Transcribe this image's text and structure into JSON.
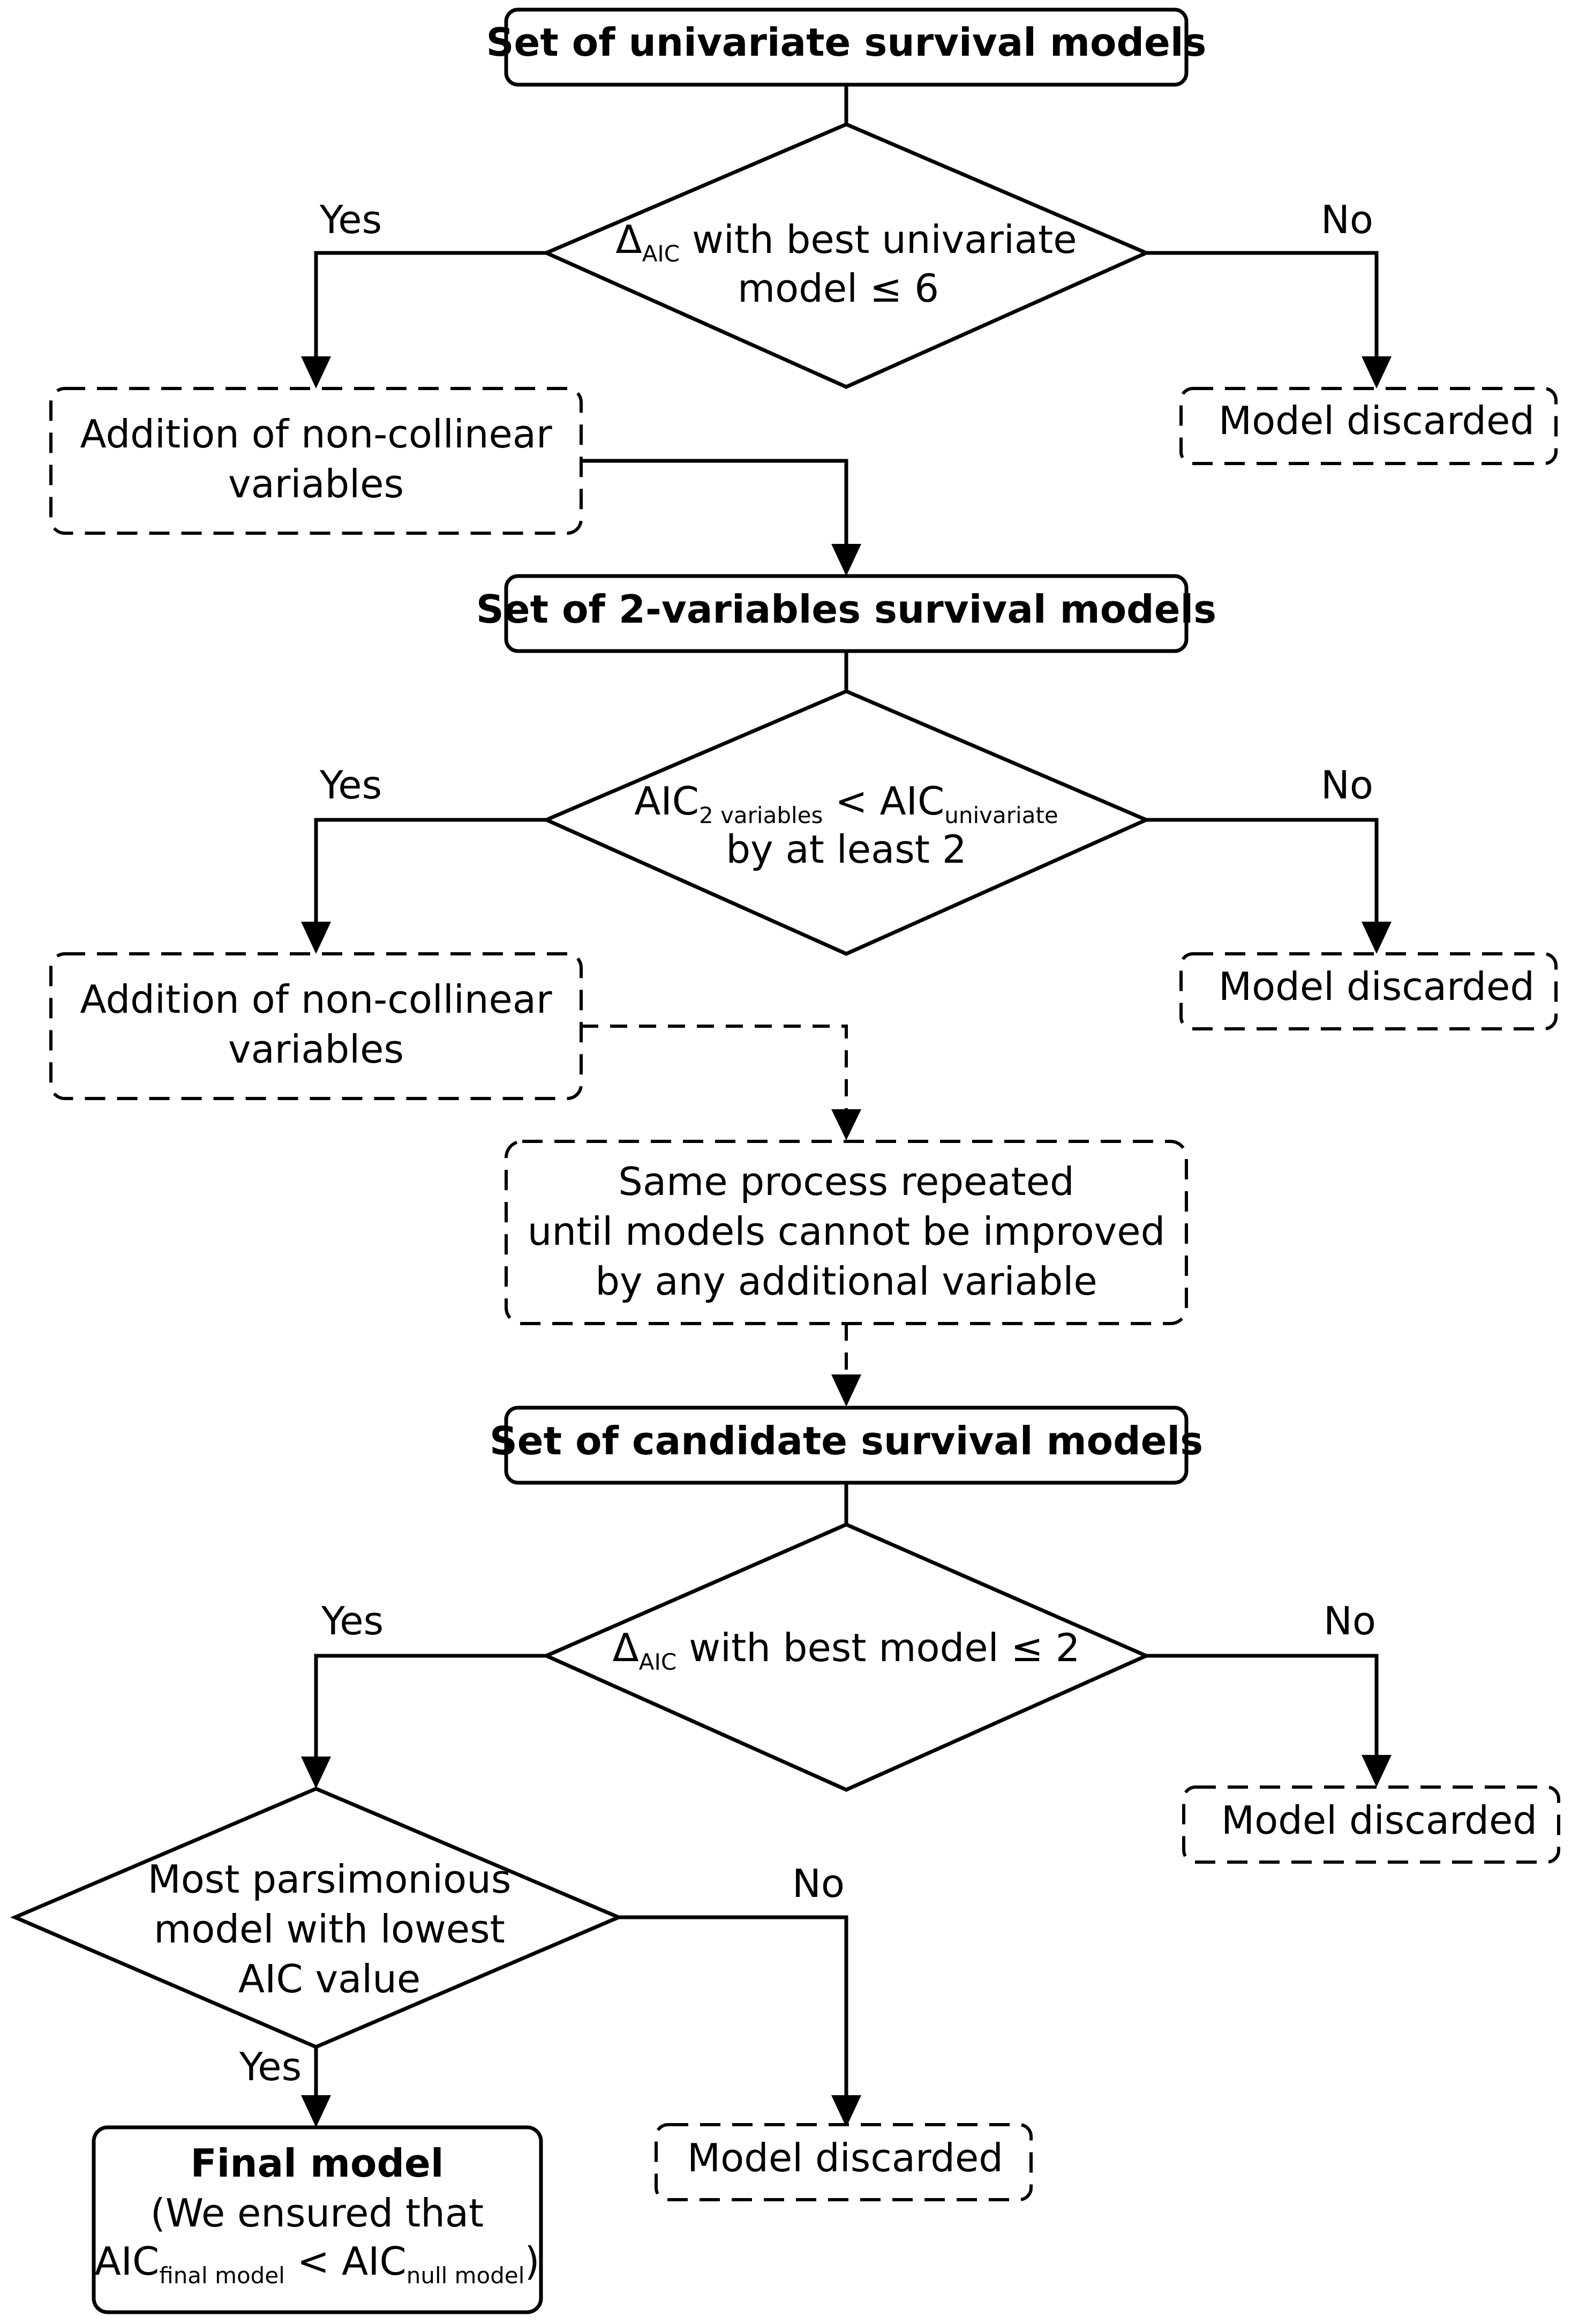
{
  "nodes": {
    "start": {
      "label": "Set of univariate survival models"
    },
    "decision1": {
      "delta": "Δ",
      "sub": "AIC",
      "line1_rest": " with best univariate",
      "line2": "model ≤ 6"
    },
    "add1": {
      "line1": "Addition of non-collinear",
      "line2": "variables"
    },
    "discard1": {
      "label": "Model discarded"
    },
    "set2": {
      "label": "Set of 2-variables survival models"
    },
    "decision2": {
      "aic_a": "AIC",
      "sub_a": "2 variables",
      "lt": " < ",
      "aic_b": "AIC",
      "sub_b": "univariate",
      "line2": "by at least 2"
    },
    "add2": {
      "line1": "Addition of non-collinear",
      "line2": "variables"
    },
    "discard2": {
      "label": "Model discarded"
    },
    "repeat": {
      "line1": "Same process repeated",
      "line2": "until models cannot be improved",
      "line3": "by any additional variable"
    },
    "candidates": {
      "label": "Set of candidate survival models"
    },
    "decision3": {
      "delta": "Δ",
      "sub": "AIC",
      "rest": " with best model ≤ 2"
    },
    "discard3": {
      "label": "Model discarded"
    },
    "decision4": {
      "line1": "Most parsimonious",
      "line2": "model with lowest",
      "line3": "AIC value"
    },
    "discard4": {
      "label": "Model discarded"
    },
    "final": {
      "title": "Final model",
      "line2": "(We ensured that",
      "aic_a": "AIC",
      "sub_a": "final model",
      "lt": " < ",
      "aic_b": "AIC",
      "sub_b": "null model",
      "close": ")"
    }
  },
  "edges": {
    "d1_yes": "Yes",
    "d1_no": "No",
    "d2_yes": "Yes",
    "d2_no": "No",
    "d3_yes": "Yes",
    "d3_no": "No",
    "d4_yes": "Yes",
    "d4_no": "No"
  }
}
